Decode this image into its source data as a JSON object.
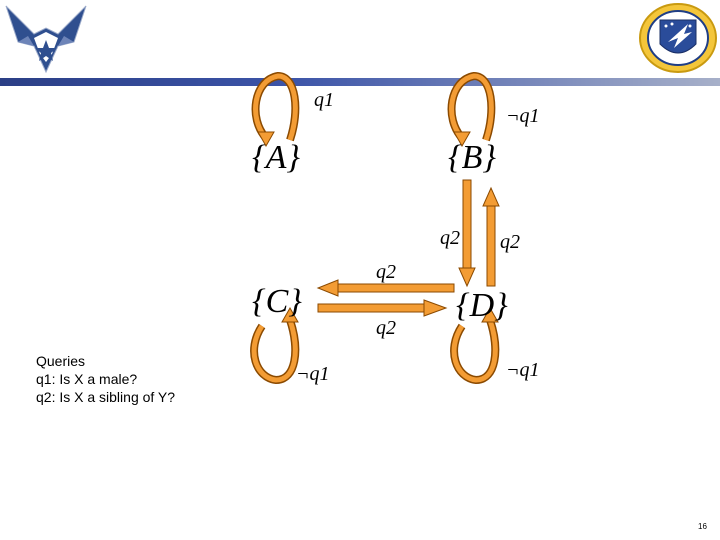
{
  "slide": {
    "page_number": "16",
    "queries": {
      "heading": "Queries",
      "q1": "q1: Is X a male?",
      "q2": "q2: Is X a sibling of Y?"
    }
  },
  "diagram": {
    "states": [
      {
        "id": "A",
        "label": "{A}"
      },
      {
        "id": "B",
        "label": "{B}"
      },
      {
        "id": "C",
        "label": "{C}"
      },
      {
        "id": "D",
        "label": "{D}"
      }
    ],
    "edge_labels": {
      "a_loop": "q1",
      "b_loop": "¬q1",
      "b_to_d": "q2",
      "d_to_b": "q2",
      "d_to_c": "q2",
      "c_to_d": "q2",
      "c_loop": "¬q1",
      "d_loop": "¬q1"
    }
  },
  "colors": {
    "arrow_fill": "#F39C34",
    "arrow_stroke": "#8B4A00",
    "header_bar": "#3A4A8C"
  },
  "icons": {
    "left_logo": "air-force-wings-logo",
    "right_logo": "afit-seal-logo"
  }
}
